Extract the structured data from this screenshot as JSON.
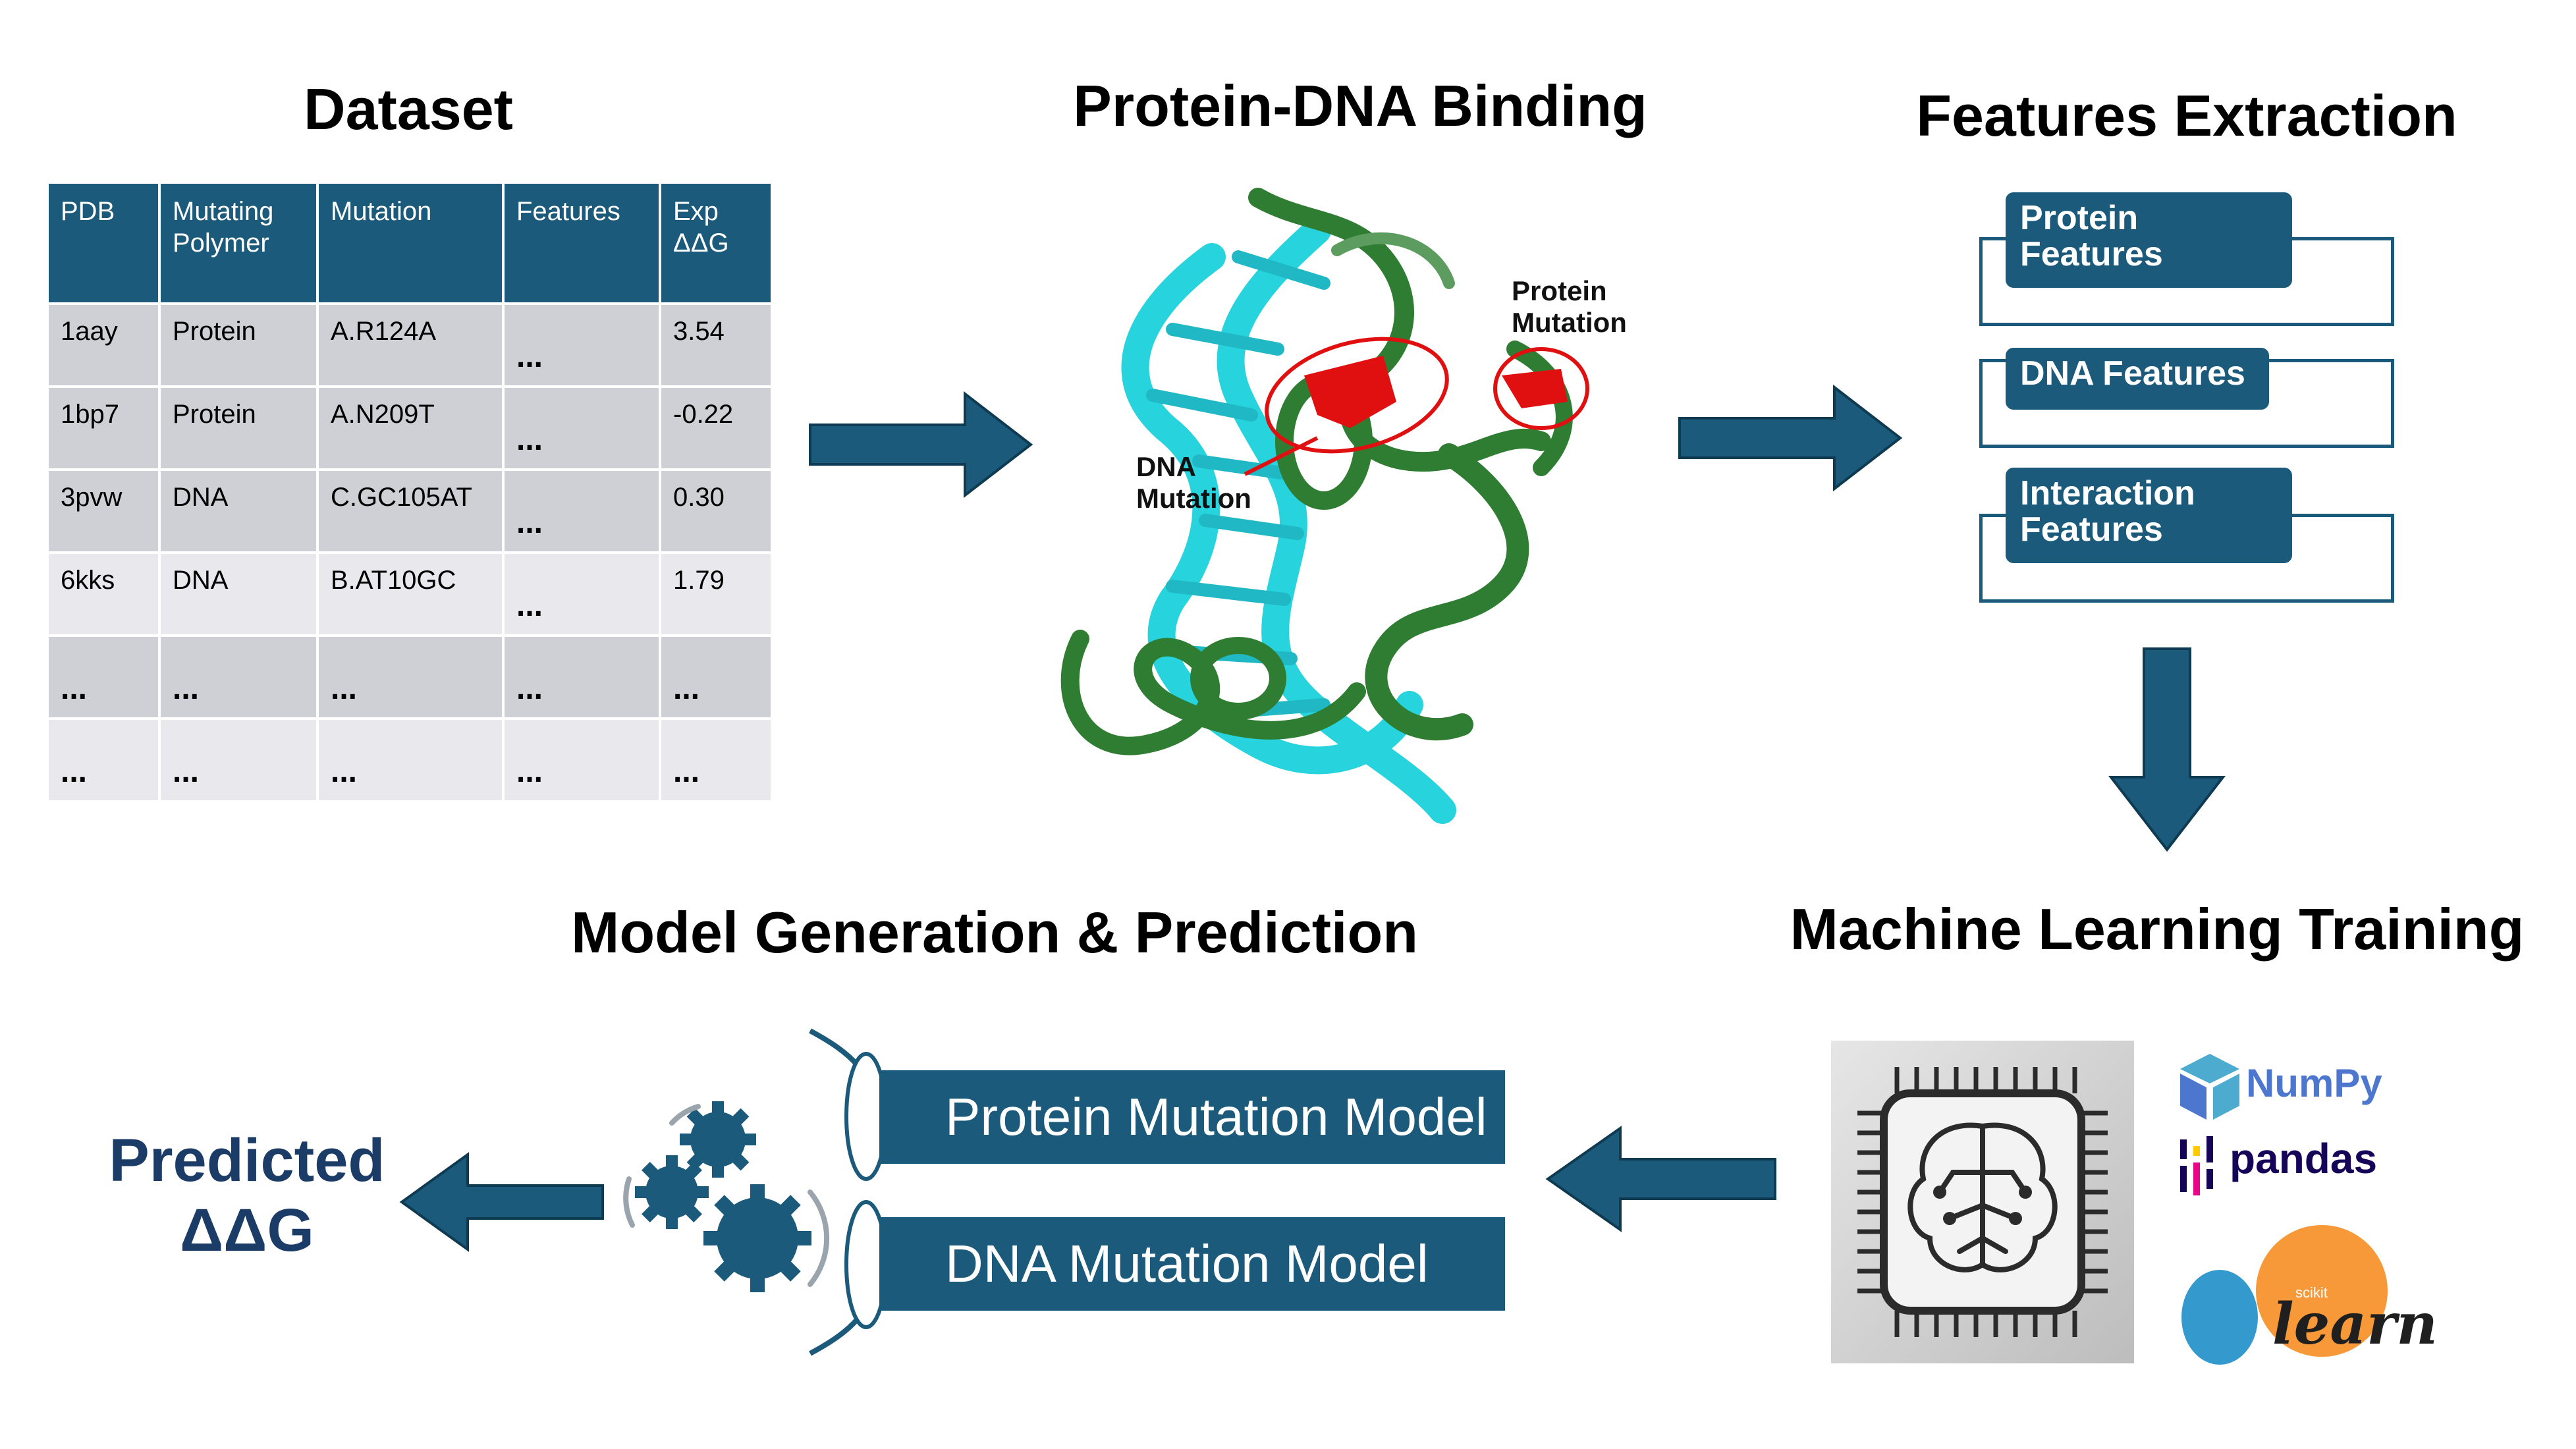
{
  "titles": {
    "dataset": "Dataset",
    "binding": "Protein-DNA Binding",
    "features": "Features Extraction",
    "ml": "Machine Learning Training",
    "model": "Model Generation & Prediction"
  },
  "table": {
    "headers": [
      [
        "PDB"
      ],
      [
        "Mutating",
        "Polymer"
      ],
      [
        "Mutation"
      ],
      [
        "Features"
      ],
      [
        "Exp",
        "ΔΔG"
      ]
    ],
    "rows": [
      [
        "1aay",
        "Protein",
        "A.R124A",
        "...",
        "3.54"
      ],
      [
        "1bp7",
        "Protein",
        "A.N209T",
        "...",
        "-0.22"
      ],
      [
        "3pvw",
        "DNA",
        "C.GC105AT",
        "...",
        "0.30"
      ],
      [
        "6kks",
        "DNA",
        "B.AT10GC",
        "...",
        "1.79"
      ],
      [
        "...",
        "...",
        "...",
        "...",
        "..."
      ],
      [
        "...",
        "...",
        "...",
        "...",
        "..."
      ]
    ]
  },
  "structure_labels": {
    "protein_mutation": [
      "Protein",
      "Mutation"
    ],
    "dna_mutation": [
      "DNA",
      "Mutation"
    ]
  },
  "feature_boxes": [
    [
      "Protein",
      "Features"
    ],
    [
      "DNA Features"
    ],
    [
      "Interaction",
      "Features"
    ]
  ],
  "libraries": {
    "numpy": "NumPy",
    "pandas": "pandas",
    "sklearn_small": "scikit",
    "sklearn": "learn"
  },
  "models": {
    "protein": "Protein Mutation Model",
    "dna": "DNA Mutation Model"
  },
  "output": {
    "line1": "Predicted",
    "line2": "ΔΔG"
  },
  "colors": {
    "primary": "#1b5a7a",
    "dna_ribbon": "#27d3dd",
    "protein_ribbon": "#2e7d32",
    "mutation": "#e01010",
    "table_row_dark": "#cfd0d6",
    "table_row_light": "#e9e9ed"
  },
  "icons": [
    "right-arrow-icon",
    "down-arrow-icon",
    "left-arrow-icon",
    "ai-chip-brain-icon",
    "gears-icon"
  ]
}
